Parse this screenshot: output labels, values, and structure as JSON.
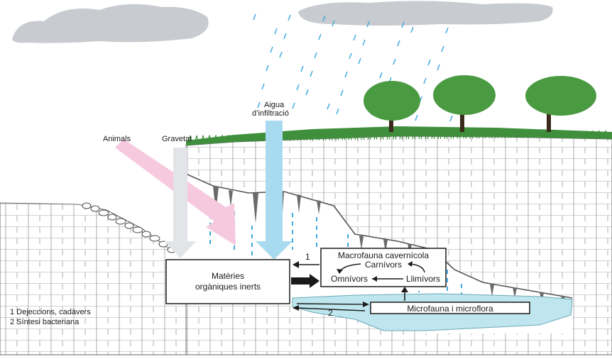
{
  "labels": {
    "animals": "Animals",
    "gravity": "Gravetat",
    "infiltration_line1": "Aigua",
    "infiltration_line2": "d’infiltració"
  },
  "boxes": {
    "inert_line1": "Matèries",
    "inert_line2": "orgàniques inerts",
    "macrofauna_title": "Macrofauna cavernícola",
    "carnivores": "Carnívors",
    "omnivores": "Omnívors",
    "limivores": "Llimívors",
    "microfauna": "Microfauna i microflora"
  },
  "arrow_numbers": {
    "one": "1",
    "two": "2"
  },
  "legend": {
    "item1": "1 Dejeccions, cadàvers",
    "item2": "2 Síntesi bacteriana"
  },
  "colors": {
    "rain": "#3fa9e0",
    "animals_arrow": "#f6c9de",
    "gravity_arrow": "#e2e4e8",
    "water_arrow": "#a9dbf0",
    "lake": "#bfe6ee",
    "grass": "#3f8f3c",
    "tree_canopy": "#4a9a42",
    "cloud": "#c8cbcf",
    "rock_line": "#666666"
  }
}
